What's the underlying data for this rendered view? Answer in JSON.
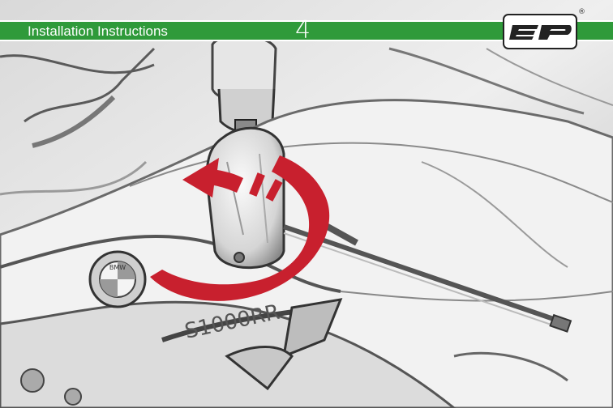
{
  "header": {
    "title": "Installation Instructions",
    "step_number": "4",
    "bar_color": "#2f9a3a"
  },
  "logo": {
    "name": "ep-logo",
    "registered_mark": "®"
  },
  "illustration": {
    "subject": "motorcycle-turn-signal-pencil-sketch",
    "instruction_icon": "rotate-counterclockwise-arrow-icon",
    "arrow_color": "#c8202e",
    "badge_text": "BMW",
    "fairing_text": "S1000RR"
  }
}
